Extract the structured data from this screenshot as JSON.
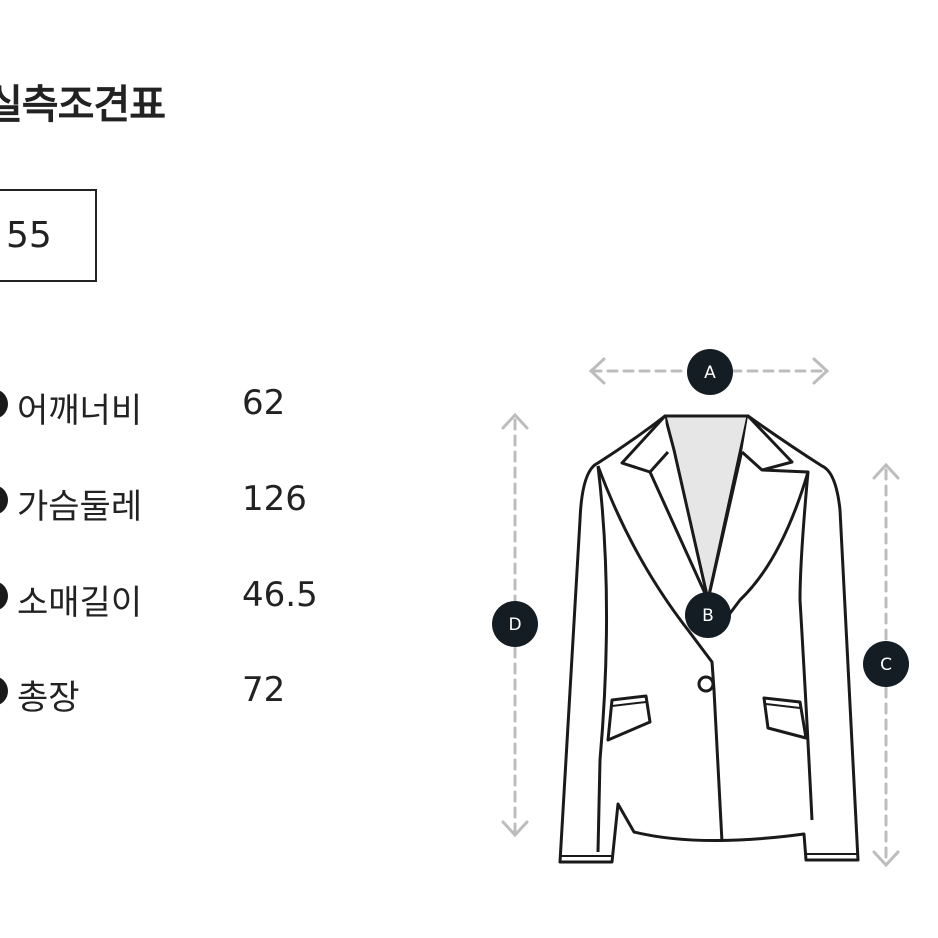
{
  "title": "실측조견표",
  "size": "55",
  "measurements": [
    {
      "marker": "A",
      "label": "어깨너비",
      "value": "62"
    },
    {
      "marker": "B",
      "label": "가슴둘레",
      "value": "126"
    },
    {
      "marker": "C",
      "label": "소매길이",
      "value": "46.5"
    },
    {
      "marker": "D",
      "label": "총장",
      "value": "72"
    }
  ],
  "diagram": {
    "labels": {
      "a": "A",
      "b": "B",
      "c": "C",
      "d": "D"
    },
    "colors": {
      "badge": "#151d24",
      "outline": "#1a1a1a",
      "guide": "#bdbdbd",
      "lining": "#e6e6e6"
    }
  }
}
